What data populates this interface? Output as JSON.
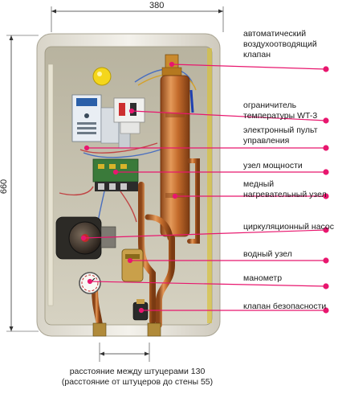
{
  "dimensions": {
    "width": "380",
    "height": "660"
  },
  "labels": [
    {
      "id": "air-valve",
      "text": "автоматический\nвоздухоотводящий\nклапан"
    },
    {
      "id": "temp-limiter",
      "text": "ограничитель\nтемпературы WT-3"
    },
    {
      "id": "control-panel",
      "text": "электронный пульт\nуправления"
    },
    {
      "id": "power-unit",
      "text": "узел мощности"
    },
    {
      "id": "heater",
      "text": "медный\nнагревательный узел"
    },
    {
      "id": "pump",
      "text": "циркуляционный насос"
    },
    {
      "id": "water-unit",
      "text": "водный узел"
    },
    {
      "id": "manometer",
      "text": "манометр"
    },
    {
      "id": "safety-valve",
      "text": "клапан безопасности"
    }
  ],
  "caption": {
    "line1": "расстояние между штуцерами 130",
    "line2": "(расстояние от штуцеров до стены 55)"
  },
  "colors": {
    "accent": "#e8176e",
    "dimension_line": "#333333",
    "copper": "#c8743a",
    "casing": "#ece9e1"
  }
}
